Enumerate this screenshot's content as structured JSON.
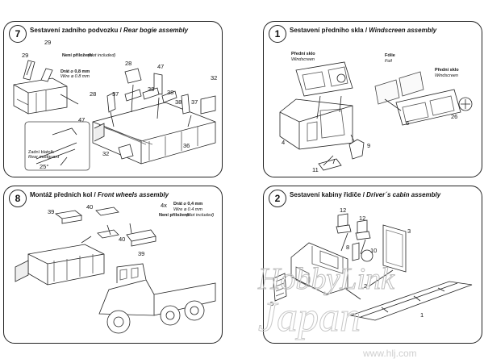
{
  "panels": {
    "p7": {
      "number": "7",
      "title_cz": "Sestavení zadního podvozku /",
      "title_en": "Rear bogie assembly",
      "labels": {
        "l29a": "29",
        "l29b": "29",
        "l28a": "28",
        "l28b": "28",
        "l47a": "47",
        "l47b": "47",
        "l37": "37",
        "l38a": "38",
        "l38b": "38",
        "l38c": "38",
        "l37b": "37",
        "l32a": "32",
        "l32b": "32",
        "l36": "36",
        "l25": "25°"
      },
      "not_included_cz": "Není přiloženo",
      "not_included_en": "(Not included)",
      "wire_cz": "Drát ⌀ 0,8 mm",
      "wire_en": "Wire ⌀ 0.8 mm",
      "mudguard_cz": "Zadní blatník",
      "mudguard_en": "Rear mudguard"
    },
    "p1": {
      "number": "1",
      "title_cz": "Sestavení předního skla /",
      "title_en": "Windscreen assembly",
      "front_glass_cz": "Přední sklo",
      "front_glass_en": "Windscreen",
      "foil_cz": "Fólie",
      "foil_en": "Foil",
      "front_glass2_cz": "Přední sklo",
      "front_glass2_en": "Windscreen",
      "labels": {
        "l4": "4",
        "l6": "6",
        "l26": "26",
        "l9": "9",
        "l11": "11"
      }
    },
    "p8": {
      "number": "8",
      "title_cz": "Montáž předních kol /",
      "title_en": "Front wheels assembly",
      "qty": "4x",
      "wire_cz": "Drát ⌀ 0,4 mm",
      "wire_en": "Wire ⌀ 0.4 mm",
      "not_included_cz": "Není přiloženo",
      "not_included_en": "(Not included)",
      "labels": {
        "l39": "39",
        "l40a": "40",
        "l40b": "40",
        "l39b": "39"
      }
    },
    "p2": {
      "number": "2",
      "title_cz": "Sestavení kabiny řidiče /",
      "title_en": "Driver´s cabin assembly",
      "labels": {
        "l12a": "12",
        "l12b": "12",
        "l8": "8",
        "l10": "10",
        "l3": "3",
        "l5": "5",
        "l2": "2",
        "l1": "1"
      }
    }
  },
  "watermark": {
    "line1": "HobbyLink",
    "line2": "Japan",
    "url": "www.hlj.com"
  }
}
